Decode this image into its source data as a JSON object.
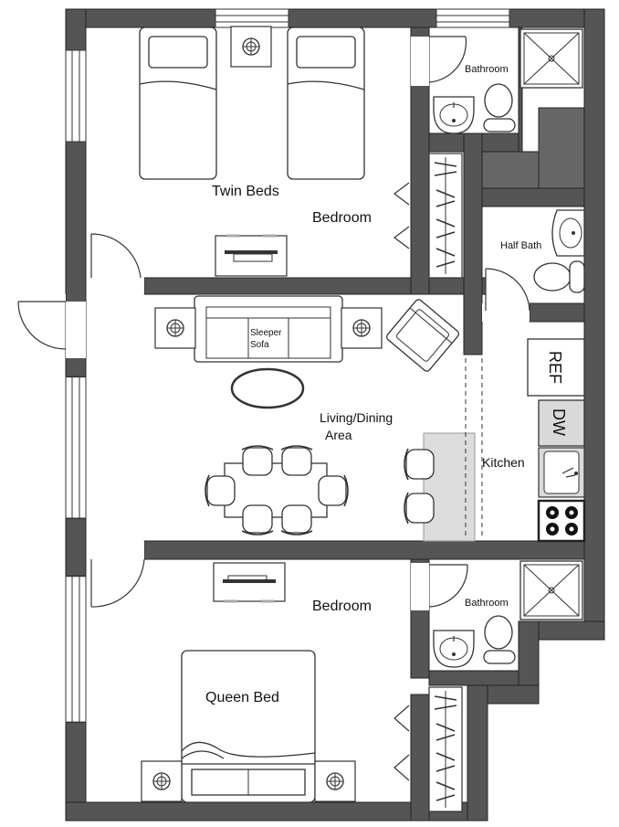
{
  "rooms": {
    "bedroom_top": "Bedroom",
    "twin_beds": "Twin Beds",
    "bathroom_top": "Bathroom",
    "half_bath": "Half Bath",
    "sleeper_sofa_line1": "Sleeper",
    "sleeper_sofa_line2": "Sofa",
    "living_line1": "Living/Dining",
    "living_line2": "Area",
    "kitchen": "Kitchen",
    "bedroom_bottom": "Bedroom",
    "bathroom_bottom": "Bathroom",
    "queen_bed": "Queen Bed"
  },
  "appliances": {
    "refrigerator": "REF",
    "dishwasher": "DW"
  },
  "colors": {
    "wall": "#555555",
    "wall_outline": "#222222",
    "counter": "#d9d9d9",
    "shaft": "#666666",
    "line": "#333333"
  }
}
